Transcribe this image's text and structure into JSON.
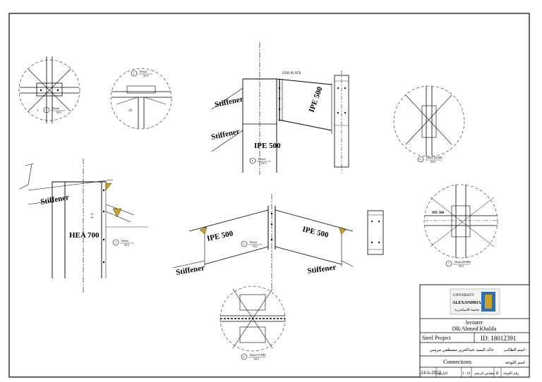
{
  "labels": {
    "stiffener": "Stiffener",
    "ipe500": "IPE 500",
    "hea700": "HEA 700",
    "endplate": "END PLATE",
    "tall_dim": "Y·T"
  },
  "details": [
    {
      "num": "1",
      "title": "Detail",
      "sub": "N13"
    },
    {
      "num": "2",
      "title": "Detail",
      "sub": "N13"
    },
    {
      "num": "3",
      "title": "Detail",
      "sub": "N13"
    },
    {
      "num": "4",
      "title": "Detail",
      "sub": "N13"
    },
    {
      "num": "5",
      "title": "Detail",
      "sub": "N13"
    },
    {
      "num": "6",
      "title": "Detail (H-BR)",
      "sub": "N13"
    },
    {
      "num": "7",
      "title": "Detail (H-BR)",
      "sub": "N13"
    },
    {
      "num": "8",
      "title": "Detail (V-BR)",
      "sub": "N13"
    }
  ],
  "titleblock": {
    "university_en": "ALEXANDRIA",
    "university_ar": "جامعة الاسكندرية",
    "logo_top": "UNIVERSITY",
    "lecturer_label": "lecturer",
    "lecturer_name": "DR/Ahmed Khalifa",
    "project": "Steel Project",
    "id": "ID: 18012391",
    "student_label": "اسم الطالب :",
    "student_name": "خالد السيد عبدالعزيز مصطفي مرسي",
    "subject": "Connections",
    "drawing_label": "اسم اللوحة :",
    "date": "24-6-2023",
    "date_label": "التاريخ",
    "scale": "1 : 10",
    "scale_label": "مقياس الرسم",
    "sheet": "٥",
    "sheet_label": "رقم اللوحة"
  }
}
